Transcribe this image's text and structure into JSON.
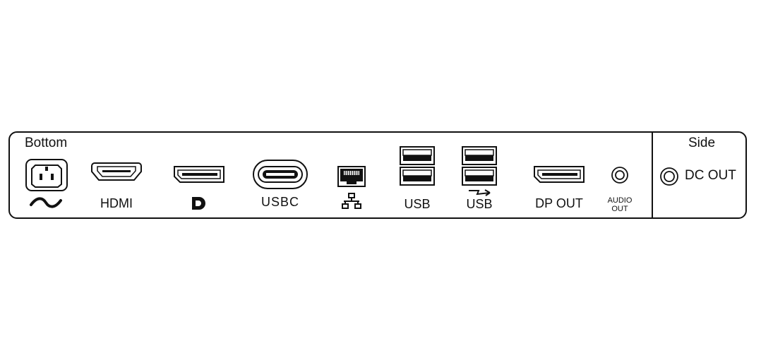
{
  "sections": {
    "bottom_label": "Bottom",
    "side_label": "Side"
  },
  "ports": {
    "hdmi": "HDMI",
    "usbc": "USBC",
    "usb1": "USB",
    "usb2": "USB",
    "dp_out": "DP OUT",
    "audio_out_line1": "AUDIO",
    "audio_out_line2": "OUT",
    "dc_out": "DC OUT"
  },
  "icons": {
    "power": "ac-power-inlet-icon",
    "ac": "ac-tilde-icon",
    "displayport": "displayport-logo-icon",
    "network": "network-icon",
    "usb_charge": "usb-charging-icon"
  }
}
